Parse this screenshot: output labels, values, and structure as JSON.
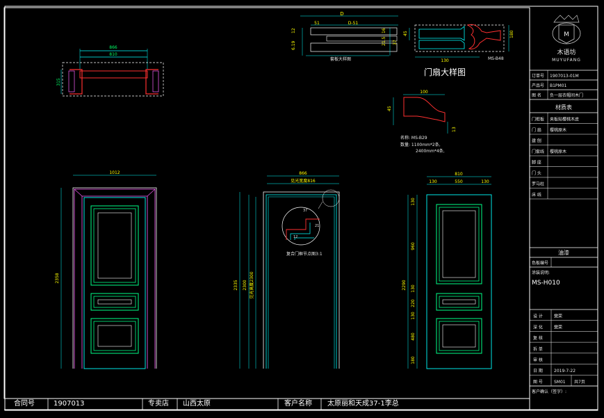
{
  "title_block": {
    "brand": "木语坊",
    "brand_en": "MUYUFANG",
    "order_label": "订单号",
    "order_value": "1907013-01M",
    "product_label": "产品号",
    "product_value": "B1PM01",
    "name_label": "图  名",
    "name_value": "负一层衣帽间木门",
    "materials_header": "材质表",
    "materials": [
      {
        "label": "门框板",
        "value": "夹板贴樱桃木皮"
      },
      {
        "label": "门  扇",
        "value": "樱桃原木"
      },
      {
        "label": "建  刨",
        "value": ""
      },
      {
        "label": "门套线",
        "value": "樱桃原木"
      },
      {
        "label": "脚  座",
        "value": ""
      },
      {
        "label": "门  头",
        "value": ""
      },
      {
        "label": "罗马柱",
        "value": ""
      },
      {
        "label": "床  线",
        "value": ""
      }
    ],
    "paint_header": "油漆",
    "color_label": "色板编号",
    "finish_label": "涂装说明:",
    "finish_code": "MS-H010",
    "sign_rows": [
      {
        "label": "设  计",
        "value": "樊荣"
      },
      {
        "label": "深  化",
        "value": "樊荣"
      },
      {
        "label": "复  核",
        "value": ""
      },
      {
        "label": "拆  单",
        "value": ""
      },
      {
        "label": "审  核",
        "value": ""
      },
      {
        "label": "日  期",
        "value": "2019-7-22"
      },
      {
        "label": "图  号",
        "value": "SM01",
        "extra": "共7页"
      }
    ],
    "customer_confirm": "客户确认（签字）:"
  },
  "bottom_bar": {
    "contract_label": "合同号",
    "contract_value": "1907013",
    "store_label": "专卖店",
    "store_value": "山西太原",
    "customer_label": "客户名称",
    "customer_value": "太原丽和天成37-1李总"
  },
  "drawing_labels": {
    "top_section_width_outer": "866",
    "top_section_width_inner": "810",
    "top_section_depth": "315",
    "door_big_detail_title": "门扇大样图",
    "frame_profile_code": "MS-B48",
    "frame_profile_height": "180",
    "frame_profile_width": "130",
    "door_leaf_thickness_label": "D",
    "door_leaf_dim_a": "51",
    "door_leaf_dim_b": "D-51",
    "panel_detail_label": "套板大样图",
    "moulding_width": "100",
    "moulding_height": "45",
    "moulding_small": "13",
    "moulding_note": [
      "名称: MS-B29",
      "数量: 1100mm*2条,",
      "2400mm*4条,"
    ],
    "elev1_width": "1012",
    "elev1_height": "2358",
    "elev2_width_outer": "866",
    "elev2_width_inner": "见光宽度816",
    "elev2_height_outer": "2335",
    "elev2_height_inner": "2300",
    "elev2_height_label": "见光高度2300",
    "elev2_detail_note": "复合门框节点图3:1",
    "elev2_detail_dims": [
      "37",
      "21",
      "12"
    ],
    "elev3_width": "810",
    "elev3_dims_top": [
      "130",
      "550",
      "130"
    ],
    "elev3_height": "2290",
    "elev3_dims_side": [
      "130",
      "960",
      "130",
      "220",
      "130",
      "480",
      "180"
    ]
  }
}
